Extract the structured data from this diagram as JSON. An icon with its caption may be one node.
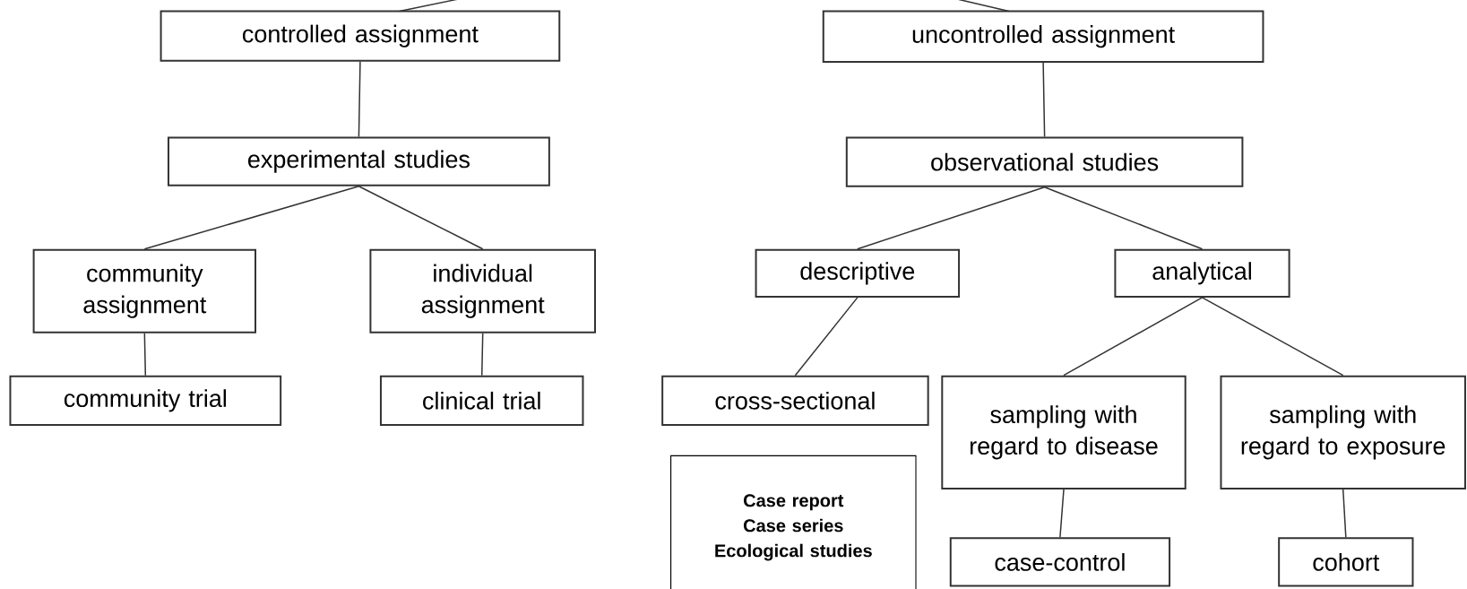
{
  "diagram": {
    "nodes": [
      {
        "text": [
          "controlled assignment"
        ]
      },
      {
        "text": [
          "experimental studies"
        ]
      },
      {
        "text": [
          "community assignment"
        ]
      },
      {
        "text": [
          "individual assignment"
        ]
      },
      {
        "text": [
          "community trial"
        ]
      },
      {
        "text": [
          "clinical trial"
        ]
      },
      {
        "text": [
          "uncontrolled assignment"
        ]
      },
      {
        "text": [
          "observational studies"
        ]
      },
      {
        "text": [
          "descriptive"
        ]
      },
      {
        "text": [
          "analytical"
        ]
      },
      {
        "text": [
          "cross-sectional"
        ]
      },
      {
        "text": [
          "sampling with regard to disease"
        ]
      },
      {
        "text": [
          "sampling with regard to exposure"
        ]
      },
      {
        "text": [
          "case-control"
        ]
      },
      {
        "text": [
          "cohort"
        ]
      },
      {
        "text": [
          "Case report",
          "Case series",
          "Ecological studies"
        ]
      }
    ],
    "edges": [
      {
        "from": null,
        "to": 0,
        "arrow": "none"
      },
      {
        "from": 0,
        "to": 1,
        "arrow": "none"
      },
      {
        "from": 1,
        "to": 2,
        "arrow": "none"
      },
      {
        "from": 1,
        "to": 3,
        "arrow": "none"
      },
      {
        "from": 2,
        "to": 4,
        "arrow": "none"
      },
      {
        "from": 3,
        "to": 5,
        "arrow": "none"
      },
      {
        "from": null,
        "to": 6,
        "arrow": "none"
      },
      {
        "from": 6,
        "to": 7,
        "arrow": "none"
      },
      {
        "from": 7,
        "to": 8,
        "arrow": "none"
      },
      {
        "from": 7,
        "to": 9,
        "arrow": "none"
      },
      {
        "from": 8,
        "to": 10,
        "arrow": "none"
      },
      {
        "from": 9,
        "to": 11,
        "arrow": "none"
      },
      {
        "from": 9,
        "to": 12,
        "arrow": "none"
      },
      {
        "from": 11,
        "to": 13,
        "arrow": "none"
      },
      {
        "from": 12,
        "to": 14,
        "arrow": "none"
      }
    ]
  }
}
